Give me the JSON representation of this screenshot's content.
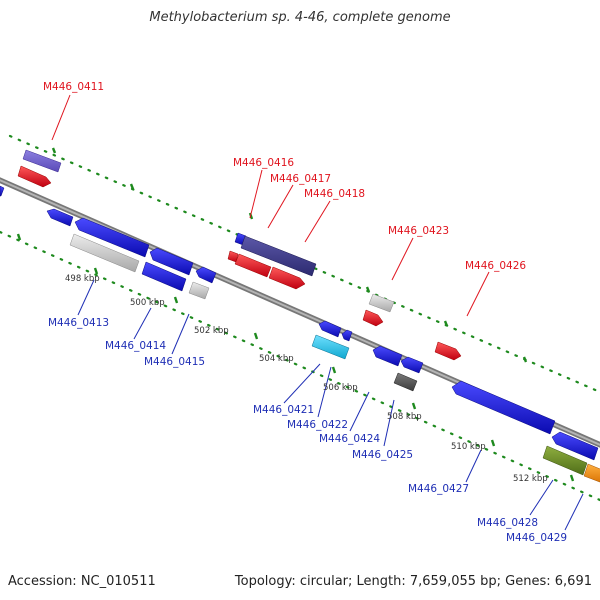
{
  "title": "Methylobacterium sp. 4-46, complete genome",
  "footer": {
    "accession": "Accession: NC_010511",
    "topology": "Topology: circular; Length: 7,659,055 bp; Genes: 6,691"
  },
  "ticks": [
    "498 kbp",
    "500 kbp",
    "502 kbp",
    "504 kbp",
    "506 kbp",
    "508 kbp",
    "510 kbp",
    "512 kbp"
  ],
  "top_labels": [
    "M446_0411",
    "M446_0416",
    "M446_0417",
    "M446_0418",
    "M446_0423",
    "M446_0426"
  ],
  "bottom_labels": [
    "M446_0413",
    "M446_0414",
    "M446_0415",
    "M446_0421",
    "M446_0422",
    "M446_0424",
    "M446_0425",
    "M446_0427",
    "M446_0428",
    "M446_0429"
  ],
  "colors": {
    "forward_label": "#e0141e",
    "reverse_label": "#1f2fb5",
    "red_gene": "#e8101a",
    "blue_gene": "#1414d8",
    "purple_gene": "#6a5acd",
    "dark_purple_gene": "#3c3a8a",
    "light_gray_gene": "#c8c8c8",
    "dark_gray_gene": "#5a5a5a",
    "cyan_gene": "#19c6ec",
    "olive_gene": "#6b8e23",
    "orange_gene": "#f08a0a",
    "backbone": "#888888",
    "tick_green": "#1e8a1e"
  }
}
